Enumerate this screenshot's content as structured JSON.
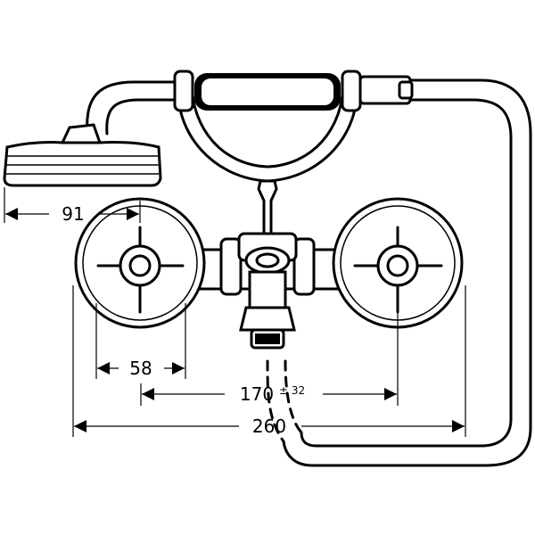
{
  "drawing": {
    "units": "mm",
    "dimensions": {
      "handshower_offset": "91",
      "handle_diameter": "58",
      "center_distance": "170",
      "center_tolerance": "± 32",
      "overall_width": "260"
    }
  }
}
